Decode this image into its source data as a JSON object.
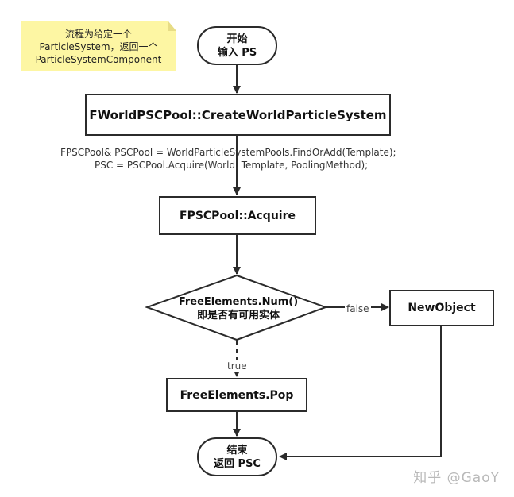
{
  "note": {
    "line1": "流程为给定一个",
    "line2": "ParticleSystem，返回一个",
    "line3": "ParticleSystemComponent"
  },
  "start": {
    "line1": "开始",
    "line2": "输入 PS"
  },
  "create": {
    "label": "FWorldPSCPool::CreateWorldParticleSystem"
  },
  "code": {
    "line1": "FPSCPool& PSCPool = WorldParticleSystemPools.FindOrAdd(Template);",
    "line2": "PSC = PSCPool.Acquire(World, Template, PoolingMethod);"
  },
  "acquire": {
    "label": "FPSCPool::Acquire"
  },
  "decision": {
    "line1": "FreeElements.Num()",
    "line2": "即是否有可用实体"
  },
  "false_label": "false",
  "new_object": {
    "label": "NewObject"
  },
  "true_label": "true",
  "pop": {
    "label": "FreeElements.Pop"
  },
  "end": {
    "line1": "结束",
    "line2": "返回 PSC"
  },
  "watermark": "知乎 @GaoY",
  "colors": {
    "note_bg": "#fdf6a3",
    "stroke": "#2b2b2b"
  }
}
